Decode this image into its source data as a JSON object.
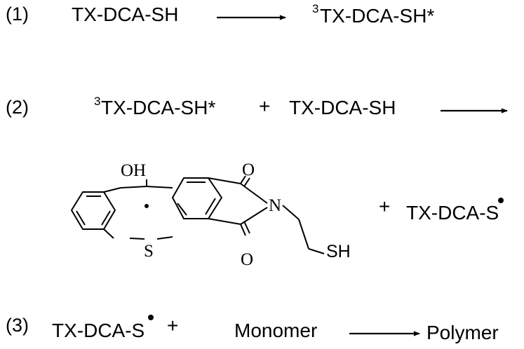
{
  "reaction1": {
    "number": "(1)",
    "reactant": "TX-DCA-SH",
    "product_superscript": "3",
    "product": "TX-DCA-SH*"
  },
  "reaction2": {
    "number": "(2)",
    "reactant1_superscript": "3",
    "reactant1": "TX-DCA-SH*",
    "plus": "+",
    "reactant2": "TX-DCA-SH",
    "structure_oh": "OH",
    "structure_o_top": "O",
    "structure_o_bottom": "O",
    "structure_n": "N",
    "structure_s": "S",
    "structure_sh": "SH",
    "product_plus": "+",
    "product2": "TX-DCA-S"
  },
  "reaction3": {
    "number": "(3)",
    "reactant": "TX-DCA-S",
    "plus": "+",
    "monomer": "Monomer",
    "product": "Polymer"
  }
}
